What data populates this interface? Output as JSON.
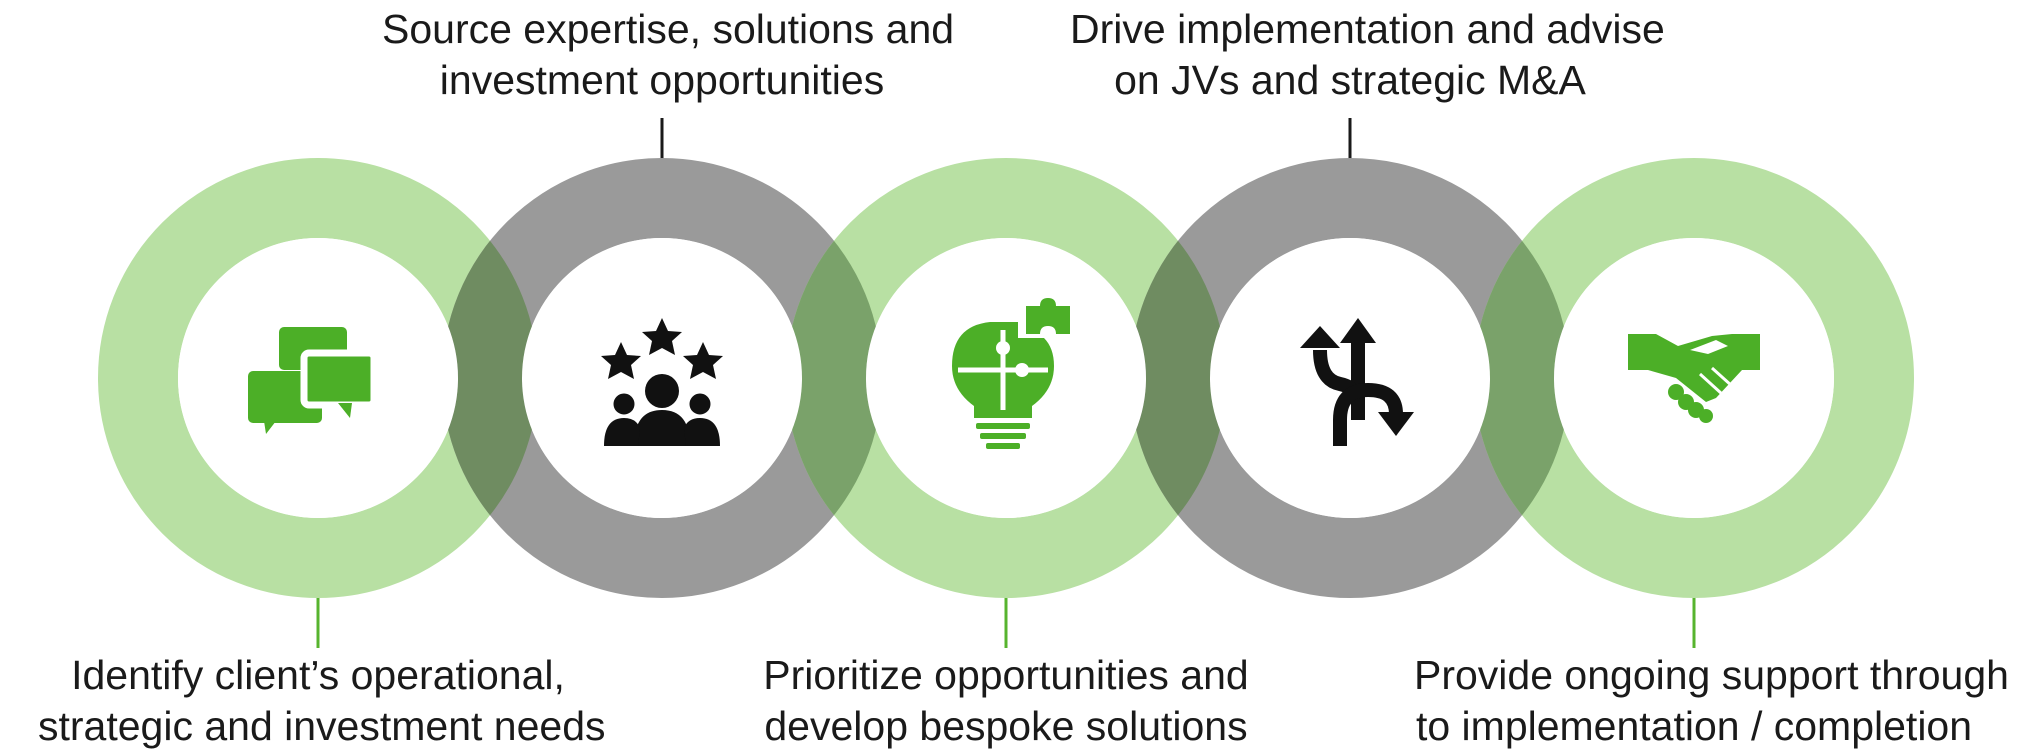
{
  "steps": [
    {
      "id": "identify",
      "position": "bottom",
      "icon": "chat-bubbles-icon",
      "ring_color": "#b8e0a3",
      "lines": [
        "Identify client’s operational,",
        "strategic and investment needs"
      ]
    },
    {
      "id": "source",
      "position": "top",
      "icon": "team-stars-icon",
      "ring_color": "#9a9a9a",
      "lines": [
        "Source expertise, solutions and",
        "investment opportunities"
      ]
    },
    {
      "id": "prioritize",
      "position": "bottom",
      "icon": "lightbulb-puzzle-icon",
      "ring_color": "#b8e0a3",
      "lines": [
        "Prioritize opportunities and",
        "develop bespoke solutions"
      ]
    },
    {
      "id": "drive",
      "position": "top",
      "icon": "split-arrows-icon",
      "ring_color": "#9a9a9a",
      "lines": [
        "Drive implementation and advise",
        "on JVs and strategic M&A"
      ]
    },
    {
      "id": "support",
      "position": "bottom",
      "icon": "handshake-icon",
      "ring_color": "#b8e0a3",
      "lines": [
        "Provide ongoing support through",
        "to implementation / completion"
      ]
    }
  ],
  "colors": {
    "accent_green": "#4caf27",
    "icon_dark": "#111111",
    "connector_dark": "#1a1a1a",
    "connector_green": "#57b42e",
    "overlap_green_gray": "#7aa26a"
  }
}
